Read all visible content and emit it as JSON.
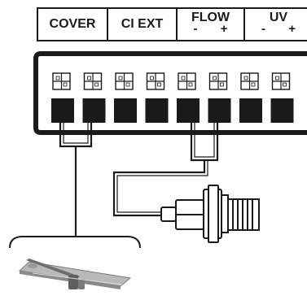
{
  "labels": [
    {
      "id": "cover",
      "text": "COVER",
      "signs": null
    },
    {
      "id": "ci-ext",
      "text": "CI EXT",
      "signs": null
    },
    {
      "id": "flow",
      "text": "FLOW",
      "signs": {
        "minus": "-",
        "plus": "+"
      }
    },
    {
      "id": "uv",
      "text": "UV",
      "signs": {
        "minus": "-",
        "plus": "+"
      }
    }
  ],
  "terminal_count": 8,
  "connections": [
    {
      "device": "cover-sensor",
      "terminals": [
        1,
        2
      ]
    },
    {
      "device": "flow-switch",
      "terminals": [
        5,
        6
      ]
    }
  ],
  "colors": {
    "ink": "#1a1a1a",
    "board": "#ffffff",
    "metal": "#8a8a8a"
  }
}
